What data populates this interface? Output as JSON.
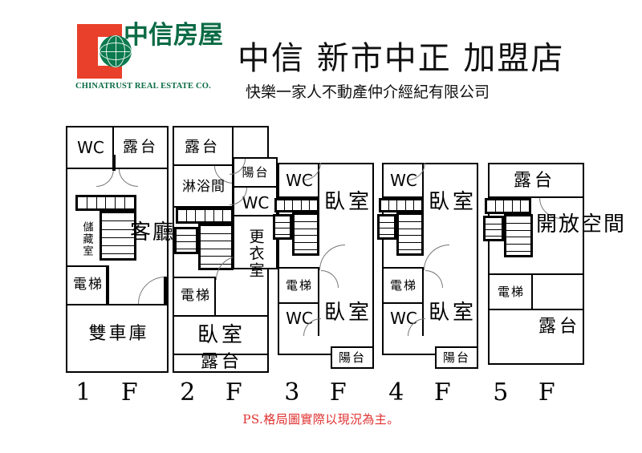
{
  "header": {
    "logo_cn": "中信房屋",
    "logo_en": "CHINATRUST REAL ESTATE CO.",
    "title": "中信 新市中正 加盟店",
    "subtitle": "快樂一家人不動產仲介經紀有限公司",
    "brand_red": "#E8402A",
    "brand_green": "#0B6B45"
  },
  "note": "PS.格局圖實際以現況為主。",
  "note_color": "#E03030",
  "floor_labels": [
    "1  F",
    "2  F",
    "3  F",
    "4  F",
    "5  F"
  ],
  "floors": [
    {
      "id": "1F",
      "label": "1  F",
      "rooms": [
        {
          "name": "WC",
          "text": "WC"
        },
        {
          "name": "terrace",
          "text": "露台"
        },
        {
          "name": "storage",
          "text": "儲藏室"
        },
        {
          "name": "living-room",
          "text": "客廳"
        },
        {
          "name": "elevator",
          "text": "電梯"
        },
        {
          "name": "double-garage",
          "text": "雙車庫"
        }
      ]
    },
    {
      "id": "2F",
      "label": "2  F",
      "rooms": [
        {
          "name": "terrace-top",
          "text": "露台"
        },
        {
          "name": "shower-room",
          "text": "淋浴間"
        },
        {
          "name": "balcony",
          "text": "陽台"
        },
        {
          "name": "WC",
          "text": "WC"
        },
        {
          "name": "dressing-room",
          "text": "更衣室"
        },
        {
          "name": "elevator",
          "text": "電梯"
        },
        {
          "name": "bedroom",
          "text": "臥室"
        },
        {
          "name": "terrace-bottom",
          "text": "露台"
        }
      ]
    },
    {
      "id": "3F",
      "label": "3  F",
      "rooms": [
        {
          "name": "WC-upper",
          "text": "WC"
        },
        {
          "name": "bedroom-upper",
          "text": "臥室"
        },
        {
          "name": "elevator",
          "text": "電梯"
        },
        {
          "name": "WC-lower",
          "text": "WC"
        },
        {
          "name": "bedroom-lower",
          "text": "臥室"
        },
        {
          "name": "balcony",
          "text": "陽台"
        }
      ]
    },
    {
      "id": "4F",
      "label": "4  F",
      "rooms": [
        {
          "name": "WC-upper",
          "text": "WC"
        },
        {
          "name": "bedroom-upper",
          "text": "臥室"
        },
        {
          "name": "elevator",
          "text": "電梯"
        },
        {
          "name": "WC-lower",
          "text": "WC"
        },
        {
          "name": "bedroom-lower",
          "text": "臥室"
        },
        {
          "name": "balcony",
          "text": "陽台"
        }
      ]
    },
    {
      "id": "5F",
      "label": "5  F",
      "rooms": [
        {
          "name": "terrace-top",
          "text": "露台"
        },
        {
          "name": "open-space",
          "text": "開放空間"
        },
        {
          "name": "elevator",
          "text": "電梯"
        },
        {
          "name": "terrace-bottom",
          "text": "露台"
        }
      ]
    }
  ]
}
